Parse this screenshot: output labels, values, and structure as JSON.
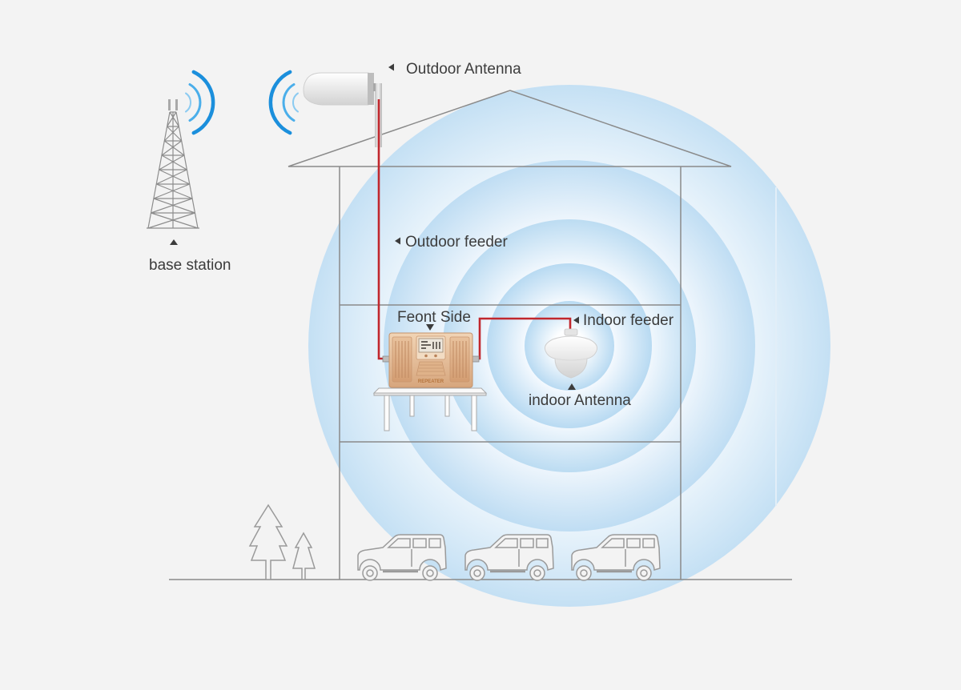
{
  "labels": {
    "outdoor_antenna": "Outdoor Antenna",
    "outdoor_feeder": "Outdoor feeder",
    "base_station": "base station",
    "front_side": "Feont Side",
    "indoor_feeder": "Indoor feeder",
    "indoor_antenna": "indoor Antenna"
  },
  "device": {
    "label": "REPEATER"
  },
  "colors": {
    "background": "#f3f3f3",
    "signal_waves": "#1b8fdc",
    "coverage_rings": "#bfddf3",
    "feeder_cable": "#c1272d",
    "outline": "#8a8a8a",
    "repeater_body": "#e3b892",
    "text": "#3c3c3c"
  },
  "icons": {
    "tower": "cell-tower-icon",
    "waves": "signal-wave-icon",
    "outdoor_antenna": "panel-antenna-icon",
    "repeater": "signal-repeater-icon",
    "indoor_antenna": "ceiling-dome-antenna-icon",
    "trees": "pine-tree-icon",
    "cars": "car-icon",
    "pointers": "triangle-pointer-icon"
  }
}
